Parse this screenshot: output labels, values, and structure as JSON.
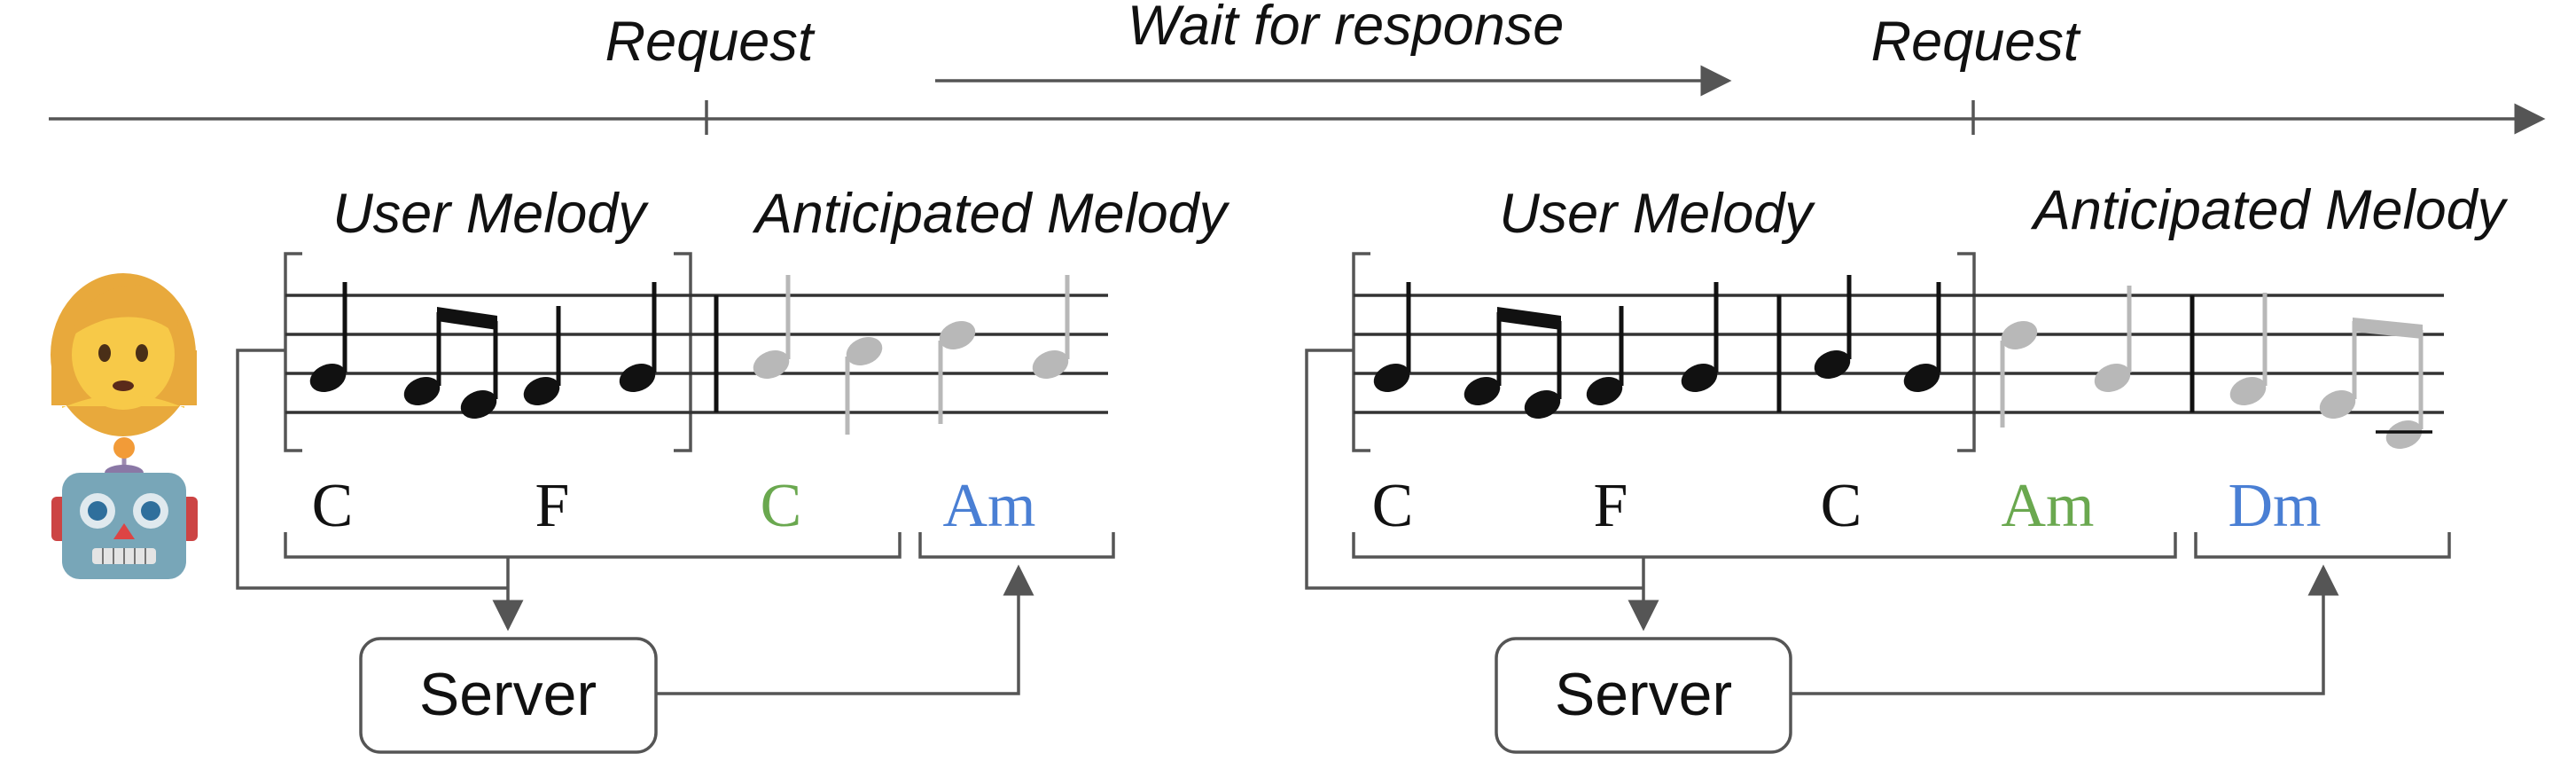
{
  "timeline": {
    "request_label_1": "Request",
    "request_label_2": "Request",
    "wait_label": "Wait for response"
  },
  "panels": [
    {
      "user_label": "User Melody",
      "anticipated_label": "Anticipated Melody",
      "chords": [
        {
          "text": "C",
          "color": "#111111"
        },
        {
          "text": "F",
          "color": "#111111"
        },
        {
          "text": "C",
          "color": "#6aa84f"
        },
        {
          "text": "Am",
          "color": "#4a7fd4"
        }
      ],
      "server_label": "Server"
    },
    {
      "user_label": "User Melody",
      "anticipated_label": "Anticipated Melody",
      "chords": [
        {
          "text": "C",
          "color": "#111111"
        },
        {
          "text": "F",
          "color": "#111111"
        },
        {
          "text": "C",
          "color": "#111111"
        },
        {
          "text": "Am",
          "color": "#6aa84f"
        },
        {
          "text": "Dm",
          "color": "#4a7fd4"
        }
      ],
      "server_label": "Server"
    }
  ],
  "colors": {
    "user_note": "#111111",
    "anticipated_note": "#b8b8b8",
    "predicted_chord_green": "#6aa84f",
    "predicted_chord_blue": "#4a7fd4"
  },
  "icons": [
    "woman-emoji-icon",
    "robot-emoji-icon"
  ]
}
